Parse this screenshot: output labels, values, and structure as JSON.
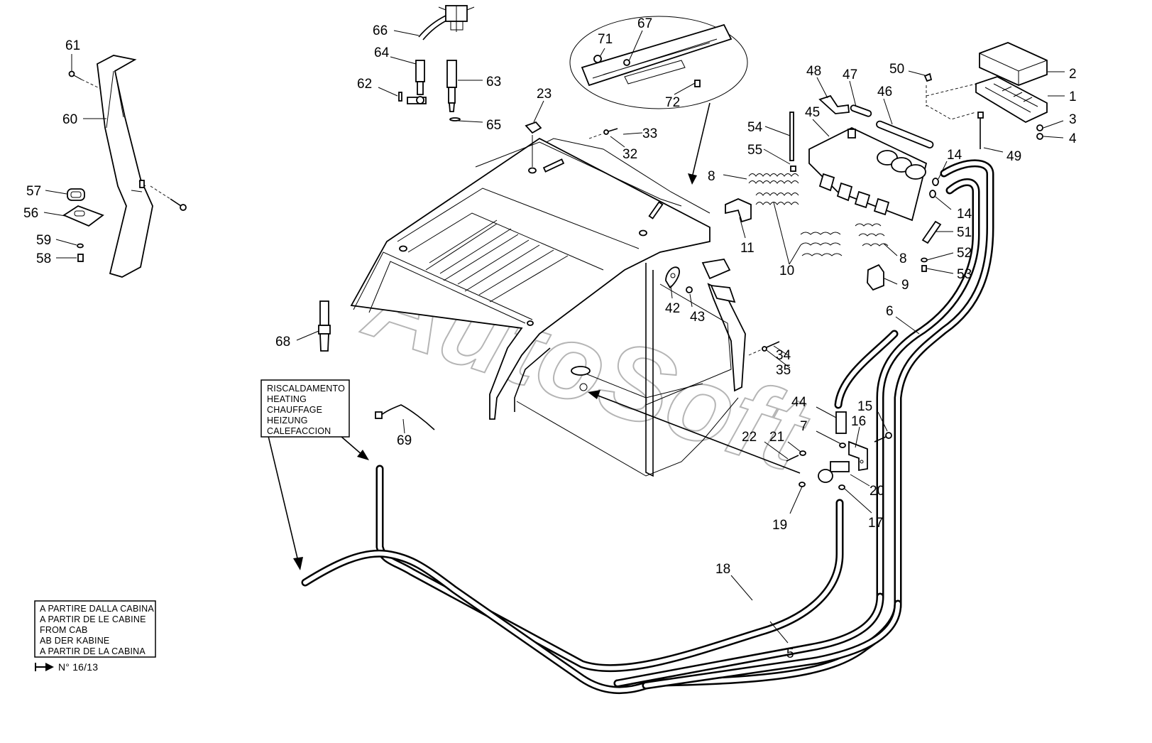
{
  "watermark": "AutoSoft",
  "labels": [
    {
      "id": "61",
      "text": "61"
    },
    {
      "id": "60",
      "text": "60"
    },
    {
      "id": "57",
      "text": "57"
    },
    {
      "id": "56",
      "text": "56"
    },
    {
      "id": "59",
      "text": "59"
    },
    {
      "id": "58",
      "text": "58"
    },
    {
      "id": "66",
      "text": "66"
    },
    {
      "id": "64",
      "text": "64"
    },
    {
      "id": "63",
      "text": "63"
    },
    {
      "id": "62",
      "text": "62"
    },
    {
      "id": "65",
      "text": "65"
    },
    {
      "id": "68",
      "text": "68"
    },
    {
      "id": "69",
      "text": "69"
    },
    {
      "id": "71",
      "text": "71"
    },
    {
      "id": "67",
      "text": "67"
    },
    {
      "id": "72",
      "text": "72"
    },
    {
      "id": "23",
      "text": "23"
    },
    {
      "id": "33",
      "text": "33"
    },
    {
      "id": "32",
      "text": "32"
    },
    {
      "id": "48",
      "text": "48"
    },
    {
      "id": "47",
      "text": "47"
    },
    {
      "id": "46",
      "text": "46"
    },
    {
      "id": "45",
      "text": "45"
    },
    {
      "id": "50",
      "text": "50"
    },
    {
      "id": "54",
      "text": "54"
    },
    {
      "id": "55",
      "text": "55"
    },
    {
      "id": "8a",
      "text": "8"
    },
    {
      "id": "8b",
      "text": "8"
    },
    {
      "id": "2",
      "text": "2"
    },
    {
      "id": "1",
      "text": "1"
    },
    {
      "id": "3",
      "text": "3"
    },
    {
      "id": "4",
      "text": "4"
    },
    {
      "id": "49",
      "text": "49"
    },
    {
      "id": "14a",
      "text": "14"
    },
    {
      "id": "14b",
      "text": "14"
    },
    {
      "id": "51",
      "text": "51"
    },
    {
      "id": "52",
      "text": "52"
    },
    {
      "id": "53",
      "text": "53"
    },
    {
      "id": "11",
      "text": "11"
    },
    {
      "id": "10",
      "text": "10"
    },
    {
      "id": "9",
      "text": "9"
    },
    {
      "id": "42",
      "text": "42"
    },
    {
      "id": "43",
      "text": "43"
    },
    {
      "id": "6",
      "text": "6"
    },
    {
      "id": "34",
      "text": "34"
    },
    {
      "id": "35",
      "text": "35"
    },
    {
      "id": "44",
      "text": "44"
    },
    {
      "id": "15",
      "text": "15"
    },
    {
      "id": "7",
      "text": "7"
    },
    {
      "id": "16",
      "text": "16"
    },
    {
      "id": "22",
      "text": "22"
    },
    {
      "id": "21",
      "text": "21"
    },
    {
      "id": "20",
      "text": "20"
    },
    {
      "id": "19",
      "text": "19"
    },
    {
      "id": "17",
      "text": "17"
    },
    {
      "id": "18",
      "text": "18"
    },
    {
      "id": "5",
      "text": "5"
    }
  ],
  "heating_box": {
    "lines": [
      "RISCALDAMENTO",
      "HEATING",
      "CHAUFFAGE",
      "HEIZUNG",
      "CALEFACCION"
    ]
  },
  "from_cab_box": {
    "lines": [
      "A PARTIRE DALLA CABINA",
      "A PARTIR DE LE CABINE",
      "FROM CAB",
      "AB DER KABINE",
      "A PARTIR DE LA CABINA"
    ]
  },
  "reference": "N° 16/13"
}
